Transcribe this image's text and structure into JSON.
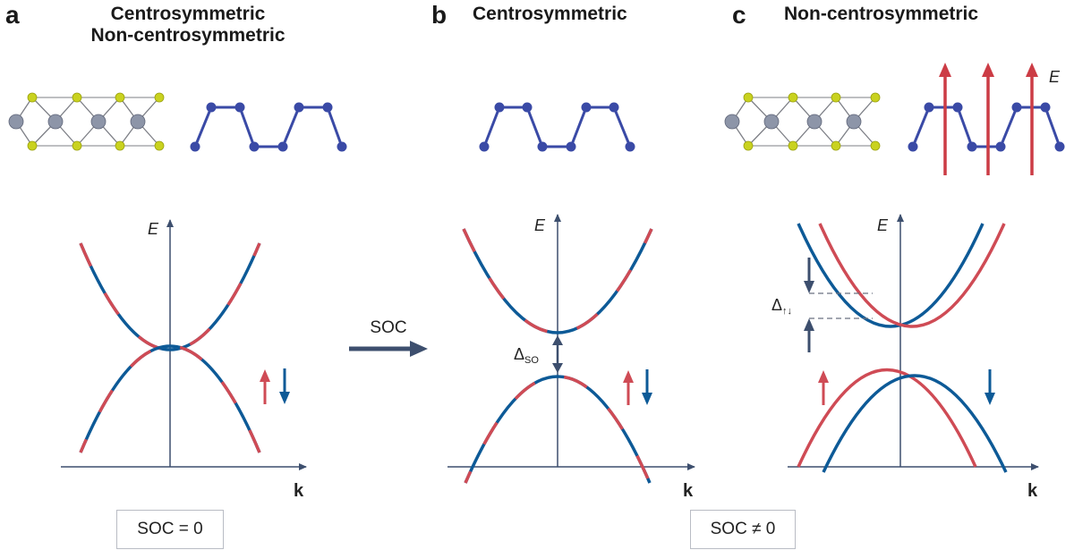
{
  "panels": [
    {
      "letter": "a",
      "title_line1": "Centrosymmetric",
      "title_line2": "Non-centrosymmetric"
    },
    {
      "letter": "b",
      "title_line1": "Centrosymmetric"
    },
    {
      "letter": "c",
      "title_line1": "Non-centrosymmetric"
    }
  ],
  "axis_labels": {
    "energy": "E",
    "momentum": "k",
    "field": "E"
  },
  "arrow_label": "SOC",
  "gap_labels": {
    "spin_orbit": "Δ",
    "spin_orbit_sub": "SO",
    "spin_split": "Δ",
    "spin_split_sub": "↑↓"
  },
  "box_labels": {
    "soc_zero": "SOC = 0",
    "soc_nonzero": "SOC ≠ 0"
  },
  "colors": {
    "spin_up": "#cf4b55",
    "spin_down": "#0d5a97",
    "axis": "#3d4f6e",
    "lattice_blue": "#3a4aa6",
    "metal_atom": "#8d95a8",
    "chalcogen_atom": "#c9d21f",
    "field_arrow": "#cc3c45"
  }
}
